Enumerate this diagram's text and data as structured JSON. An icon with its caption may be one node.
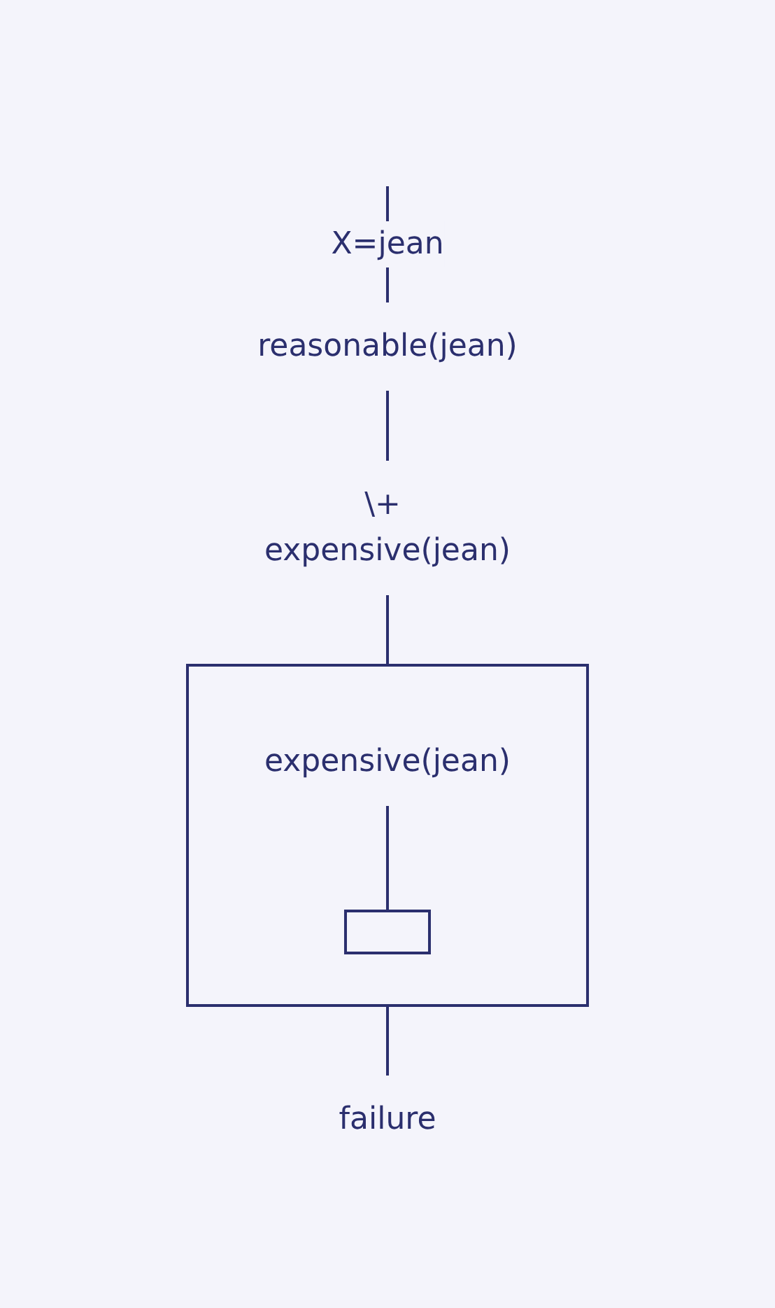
{
  "diagram": {
    "nodes": [
      {
        "text": [
          "reasonable(jean)"
        ]
      },
      {
        "text": [
          "\\+ expensive(jean)"
        ]
      },
      {
        "text": [],
        "shape": "box"
      },
      {
        "text": [
          "expensive(jean)"
        ],
        "in": 2
      },
      {
        "text": [],
        "shape": "box",
        "in": 2
      },
      {
        "text": [
          "failure"
        ]
      }
    ],
    "edges": [
      {
        "from": null,
        "to": 0,
        "arrow": "none",
        "label": "X=jean"
      },
      {
        "from": 0,
        "to": 1,
        "arrow": "none"
      },
      {
        "from": 1,
        "to": 2,
        "arrow": "none"
      },
      {
        "from": 3,
        "to": 4,
        "arrow": "none"
      },
      {
        "from": 2,
        "to": 5,
        "arrow": "none"
      }
    ]
  }
}
